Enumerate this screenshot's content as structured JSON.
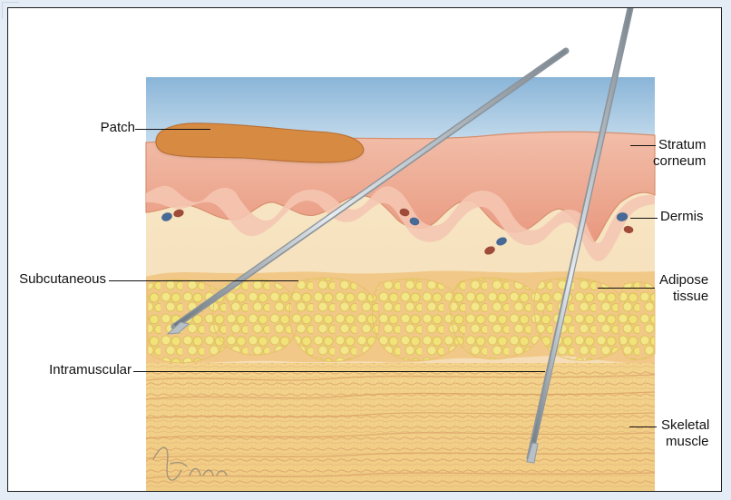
{
  "diagram": {
    "labels": {
      "patch": "Patch",
      "subcutaneous": "Subcutaneous",
      "intramuscular": "Intramuscular",
      "stratum_corneum_1": "Stratum",
      "stratum_corneum_2": "corneum",
      "dermis": "Dermis",
      "adipose_tissue_1": "Adipose",
      "adipose_tissue_2": "tissue",
      "skeletal_muscle_1": "Skeletal",
      "skeletal_muscle_2": "muscle"
    },
    "signature": "tina"
  },
  "colors": {
    "sky_top": "#8db8da",
    "sky_bottom": "#d6e7f2",
    "epidermis": "#efb19b",
    "epidermis_light": "#f6d0bd",
    "dermis": "#f6dfbf",
    "fat": "#f0df7a",
    "fat_shadow": "#dfc85b",
    "muscle": "#f4d28c",
    "muscle_line": "#e4b27a",
    "patch": "#d98e44",
    "needle": "#8f99a2",
    "needle_highlight": "#eef3f6",
    "blood_red": "#9e4b39",
    "blood_blue": "#476996"
  }
}
